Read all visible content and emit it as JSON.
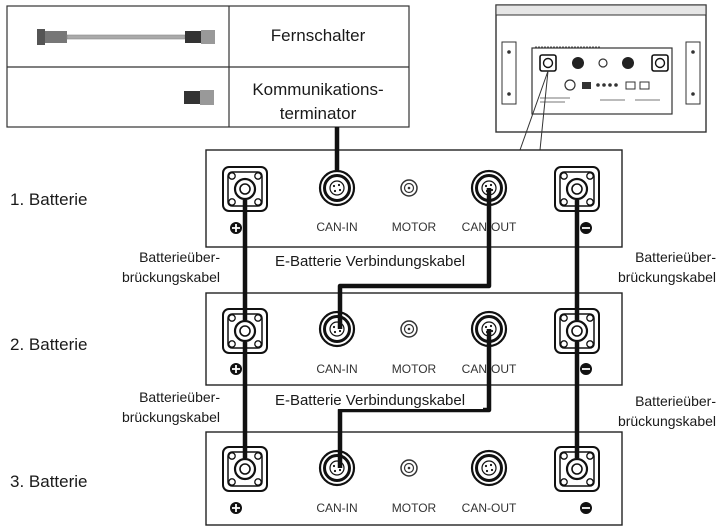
{
  "table": {
    "rows": [
      {
        "label_line1": "Fernschalter",
        "label_line2": ""
      },
      {
        "label_line1": "Kommunikations-",
        "label_line2": "terminator"
      }
    ]
  },
  "batteries": [
    {
      "label": "1. Batterie"
    },
    {
      "label": "2. Batterie"
    },
    {
      "label": "3. Batterie"
    }
  ],
  "ports": {
    "can_in": "CAN-IN",
    "motor": "MOTOR",
    "can_out": "CAN-OUT"
  },
  "cables": {
    "bridge_line1": "Batterieüber-",
    "bridge_line2": "brückungskabel",
    "connection": "E-Batterie Verbindungskabel"
  }
}
